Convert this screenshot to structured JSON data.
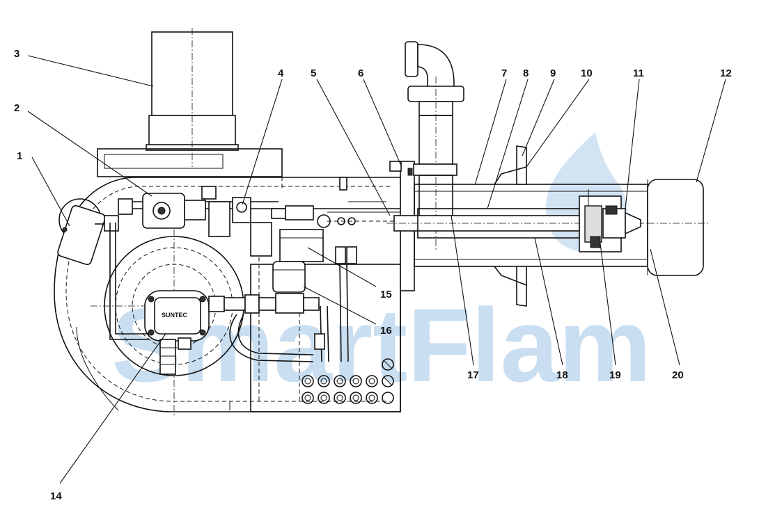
{
  "watermark": {
    "text": "SmartFlam",
    "color": "#9cc3e4"
  },
  "pump_brand": "SUNTEC",
  "callouts": [
    {
      "id": "1",
      "label": "1"
    },
    {
      "id": "2",
      "label": "2"
    },
    {
      "id": "3",
      "label": "3"
    },
    {
      "id": "4",
      "label": "4"
    },
    {
      "id": "5",
      "label": "5"
    },
    {
      "id": "6",
      "label": "6"
    },
    {
      "id": "7",
      "label": "7"
    },
    {
      "id": "8",
      "label": "8"
    },
    {
      "id": "9",
      "label": "9"
    },
    {
      "id": "10",
      "label": "10"
    },
    {
      "id": "11",
      "label": "11"
    },
    {
      "id": "12",
      "label": "12"
    },
    {
      "id": "14",
      "label": "14"
    },
    {
      "id": "15",
      "label": "15"
    },
    {
      "id": "16",
      "label": "16"
    },
    {
      "id": "17",
      "label": "17"
    },
    {
      "id": "18",
      "label": "18"
    },
    {
      "id": "19",
      "label": "19"
    },
    {
      "id": "20",
      "label": "20"
    }
  ]
}
